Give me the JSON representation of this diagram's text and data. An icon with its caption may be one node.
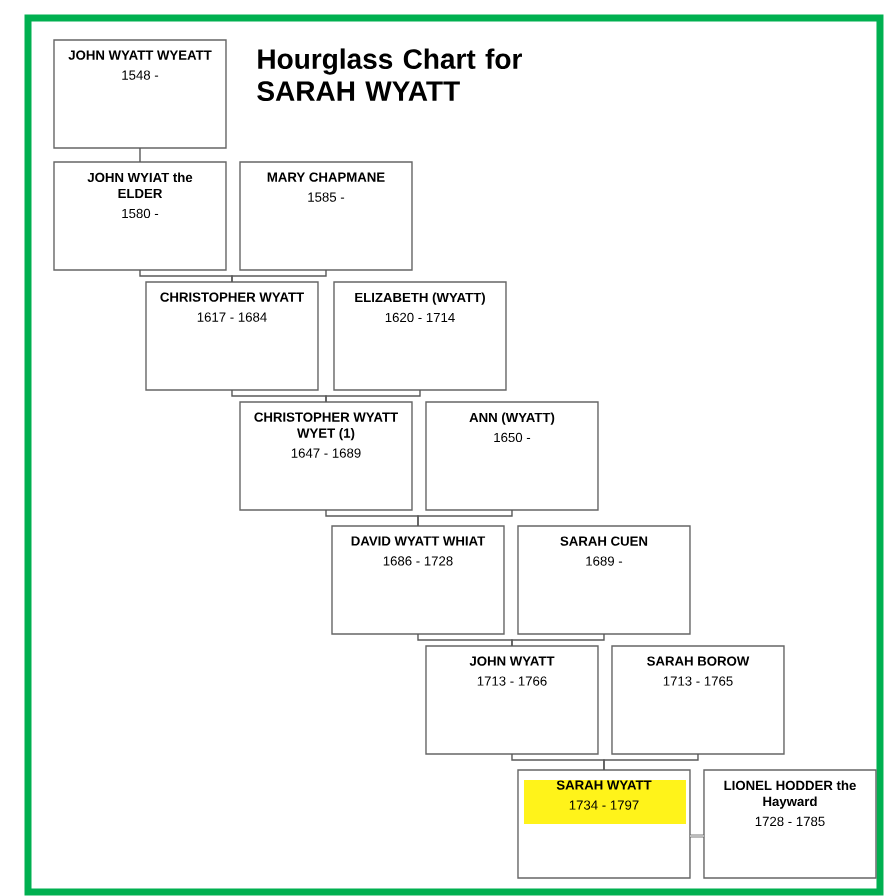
{
  "diagram": {
    "title": "Hourglass Chart for SARAH WYATT",
    "nodes": [
      {
        "text": [
          "JOHN WYATT WYEATT",
          "1548 -"
        ]
      },
      {
        "text": [
          "JOHN WYIAT the ELDER",
          "1580 -"
        ]
      },
      {
        "text": [
          "MARY CHAPMANE",
          "1585 -"
        ]
      },
      {
        "text": [
          "CHRISTOPHER WYATT",
          "1617 - 1684"
        ]
      },
      {
        "text": [
          "ELIZABETH (WYATT)",
          "1620 - 1714"
        ]
      },
      {
        "text": [
          "CHRISTOPHER WYATT WYET (1)",
          "1647 - 1689"
        ]
      },
      {
        "text": [
          "ANN (WYATT)",
          "1650 -"
        ]
      },
      {
        "text": [
          "DAVID WYATT WHIAT",
          "1686 - 1728"
        ]
      },
      {
        "text": [
          "SARAH CUEN",
          "1689 -"
        ]
      },
      {
        "text": [
          "JOHN WYATT",
          "1713 - 1766"
        ]
      },
      {
        "text": [
          "SARAH BOROW",
          "1713 - 1765"
        ]
      },
      {
        "text": [
          "SARAH WYATT",
          "1734 - 1797"
        ]
      },
      {
        "text": [
          "LIONEL HODDER the Hayward",
          "1728 - 1785"
        ]
      }
    ],
    "edges": [
      {
        "from": 0,
        "to": 1,
        "arrow": "none"
      },
      {
        "from": 1,
        "to": 3,
        "arrow": "none"
      },
      {
        "from": 2,
        "to": 3,
        "arrow": "none"
      },
      {
        "from": 3,
        "to": 5,
        "arrow": "none"
      },
      {
        "from": 4,
        "to": 5,
        "arrow": "none"
      },
      {
        "from": 5,
        "to": 7,
        "arrow": "none"
      },
      {
        "from": 6,
        "to": 7,
        "arrow": "none"
      },
      {
        "from": 7,
        "to": 9,
        "arrow": "none"
      },
      {
        "from": 8,
        "to": 9,
        "arrow": "none"
      },
      {
        "from": 9,
        "to": 11,
        "arrow": "none"
      },
      {
        "from": 10,
        "to": 11,
        "arrow": "none"
      },
      {
        "from": 11,
        "to": 12,
        "arrow": "none"
      }
    ]
  }
}
